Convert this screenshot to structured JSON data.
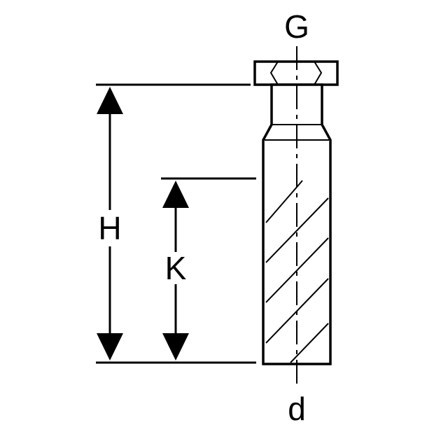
{
  "labels": {
    "thread": "G",
    "diameter": "d",
    "height_total": "H",
    "height_k": "K"
  },
  "colors": {
    "line": "#000000",
    "background": "#ffffff"
  }
}
